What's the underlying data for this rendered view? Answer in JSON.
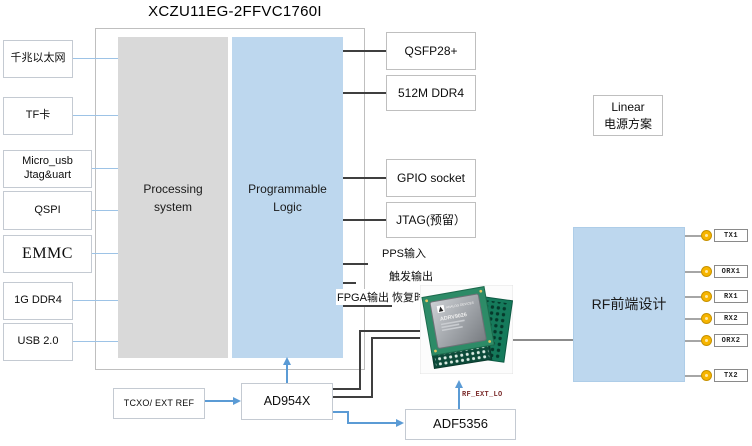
{
  "title": "XCZU11EG-2FFVC1760I",
  "fpga": {
    "ps_label": "Processing\nsystem",
    "pl_label": "Programmable\nLogic"
  },
  "left_ports": [
    {
      "label": "千兆以太网"
    },
    {
      "label": "TF卡"
    },
    {
      "label": "Micro_usb\nJtag&uart"
    },
    {
      "label": "QSPI"
    },
    {
      "label": "EMMC"
    },
    {
      "label": "1G DDR4"
    },
    {
      "label": "USB 2.0"
    }
  ],
  "right_ports": [
    {
      "label": "QSFP28+"
    },
    {
      "label": "512M DDR4"
    },
    {
      "label": "GPIO socket"
    },
    {
      "label": "JTAG(预留）"
    }
  ],
  "pl_signals": [
    {
      "label": "PPS输入"
    },
    {
      "label": "触发输出"
    },
    {
      "label": "FPGA输出 恢复时钟"
    }
  ],
  "transceiver": {
    "vendor": "ANALOG DEVICES",
    "part": "ADRV9026"
  },
  "rf_frontend": {
    "label": "RF前端设计"
  },
  "rf_connectors": [
    {
      "label": "TX1"
    },
    {
      "label": "ORX1"
    },
    {
      "label": "RX1"
    },
    {
      "label": "RX2"
    },
    {
      "label": "ORX2"
    },
    {
      "label": "TX2"
    }
  ],
  "power": {
    "line1": "Linear",
    "line2": "电源方案"
  },
  "clocking": {
    "tcxo": "TCXO/ EXT REF",
    "ad954x": "AD954X",
    "adf5356": "ADF5356",
    "rf_ext_lo": "RF_EXT_LO"
  },
  "colors": {
    "ps_fill": "#D9D9D9",
    "pl_fill": "#BDD7EE",
    "rf_fill": "#BDD7EE",
    "blue_line": "#5B9BD5",
    "light_blue_line": "#9DC3E6",
    "dark_line": "#3F3F3F",
    "connector_orange": "#F7B500"
  }
}
